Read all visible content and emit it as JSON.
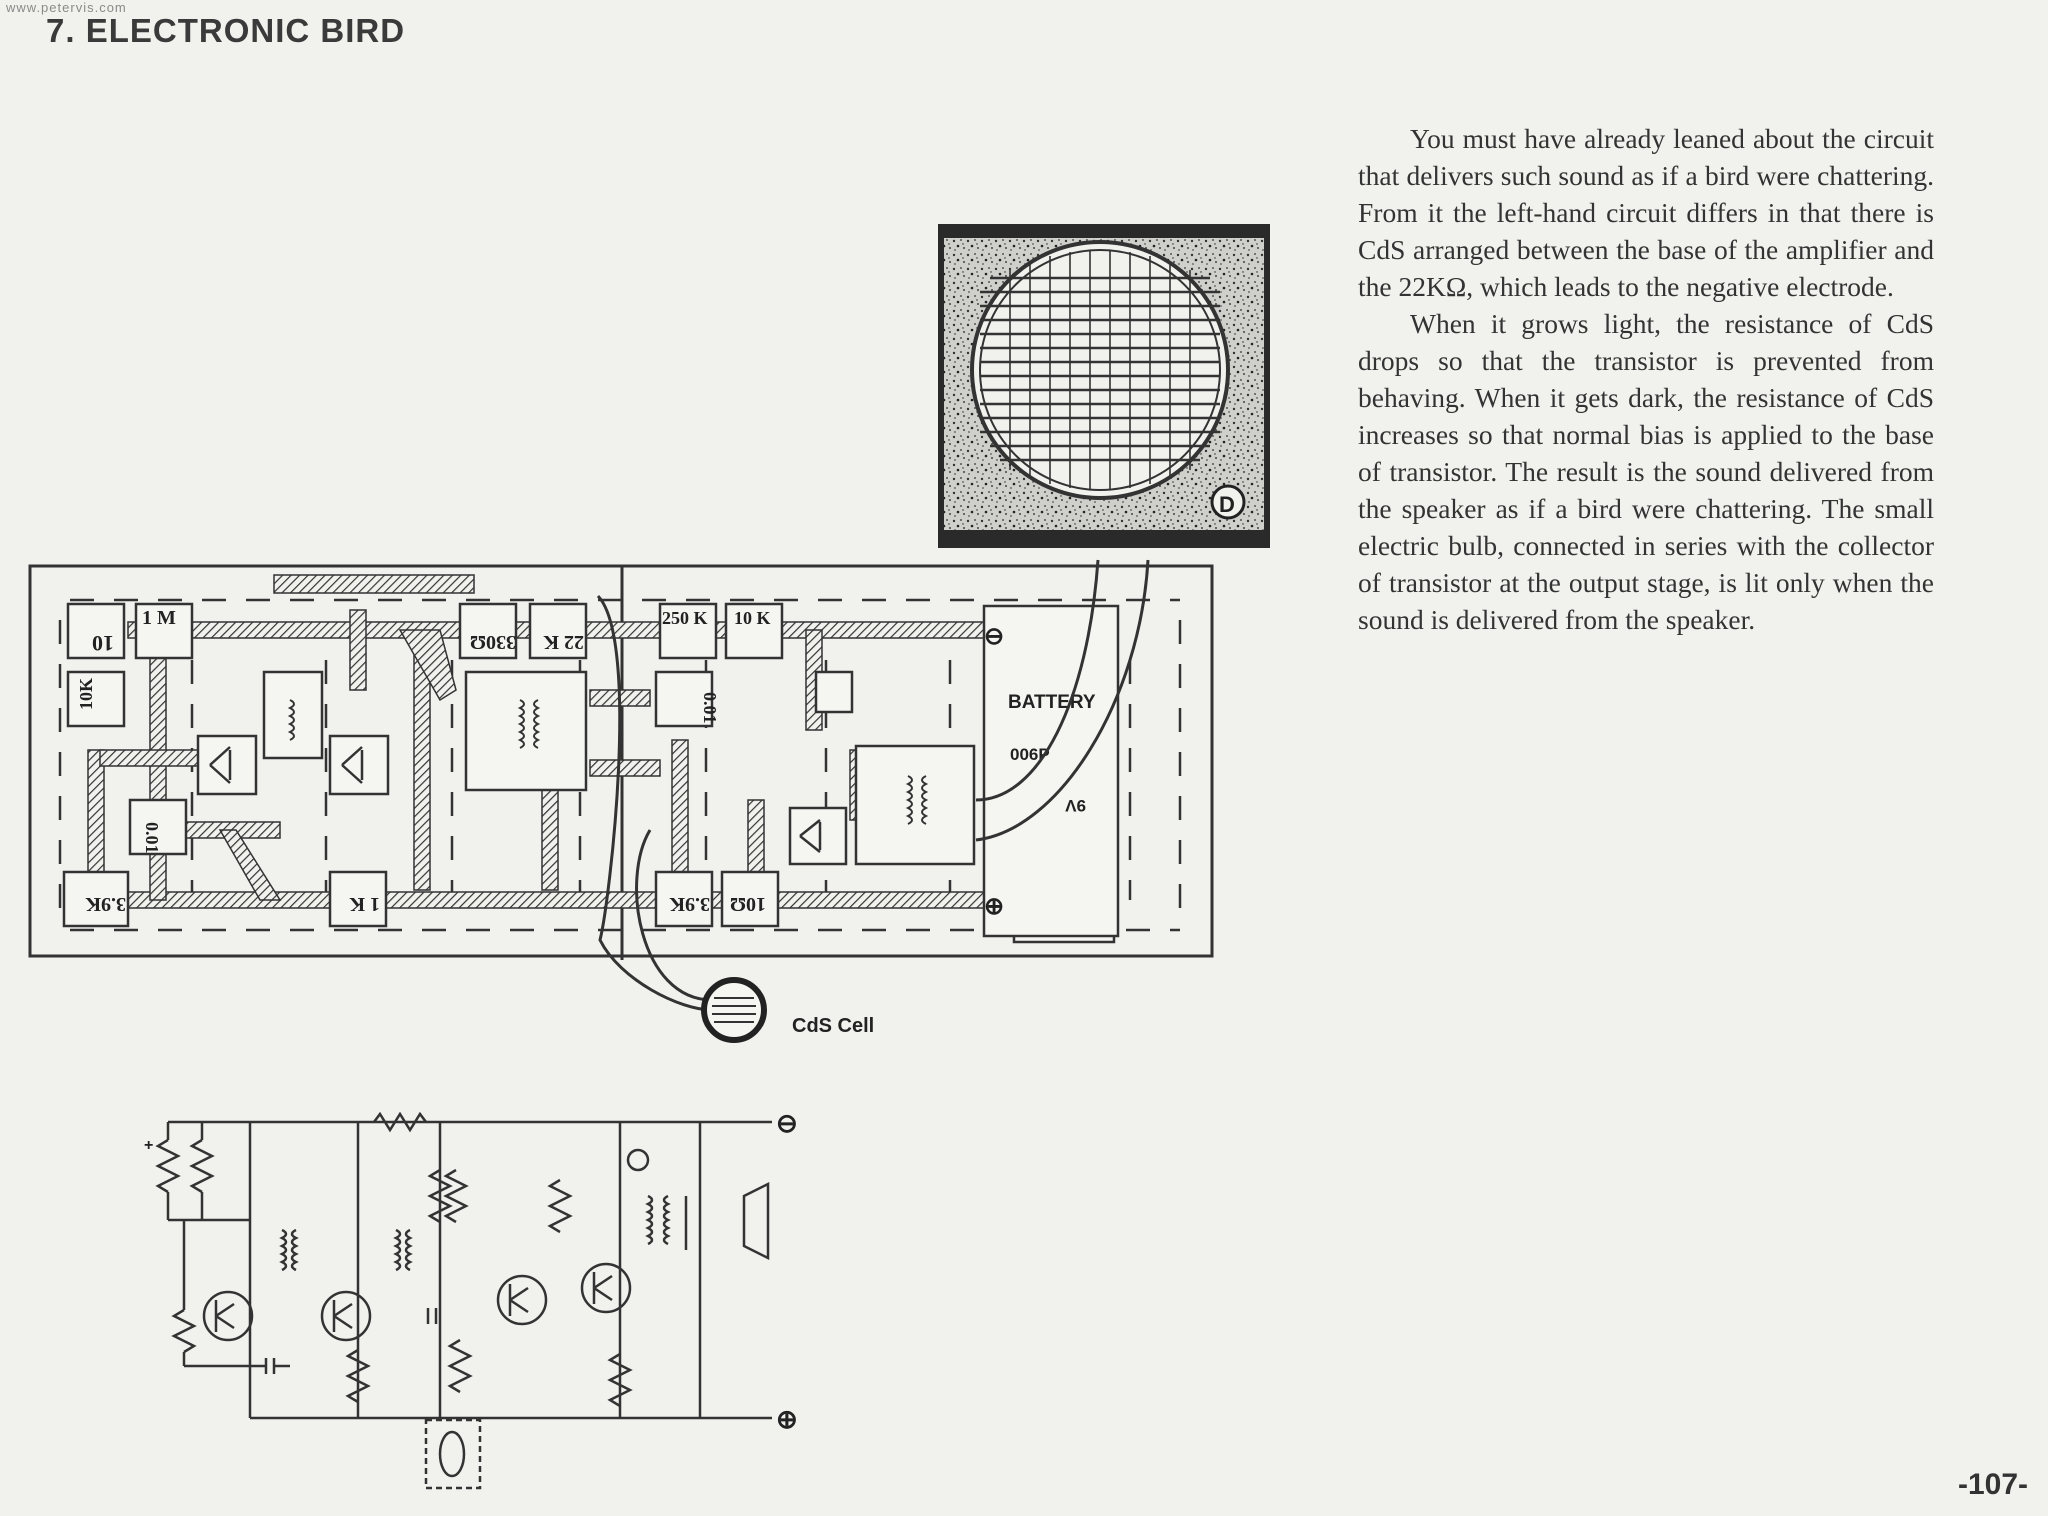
{
  "watermark": "www.petervis.com",
  "title": "7.  ELECTRONIC BIRD",
  "paragraphs": [
    "You must have already leaned about the circuit that delivers such sound as if a bird were chattering. From it the left-hand circuit differs in that there is CdS arranged between the base of the amplifier and the 22KΩ, which leads to the negative electrode.",
    "When it grows light, the resistance of CdS drops so that the transistor is prevented from behaving. When it gets dark, the resistance of CdS increases so that normal bias is applied to the base of transistor. The result is the sound delivered from the speaker as if a bird were chattering. The small electric bulb, connected in series with the collector of transistor at the output stage, is lit only when the sound is delivered from the speaker."
  ],
  "board_labels": {
    "cap10": "10",
    "r1m": "1 M",
    "r10k_left": "10K",
    "cap001_left": "0.01",
    "r39k_left": "3.9K",
    "r1k": "1 K",
    "r330": "330Ω",
    "r22k": "22 K",
    "r250k": "250 K",
    "r10k_right": "10 K",
    "cap001_right": "0.01",
    "r39k_right": "3.9K",
    "r10": "10Ω",
    "battery": "BATTERY",
    "battery_type": "006P",
    "battery_voltage": "9V",
    "minus": "⊖",
    "plus": "⊕"
  },
  "cds_label": "CdS Cell",
  "schematic": {
    "minus": "⊖",
    "plus": "⊕",
    "cap_plus": "+"
  },
  "page_number": "-107-"
}
